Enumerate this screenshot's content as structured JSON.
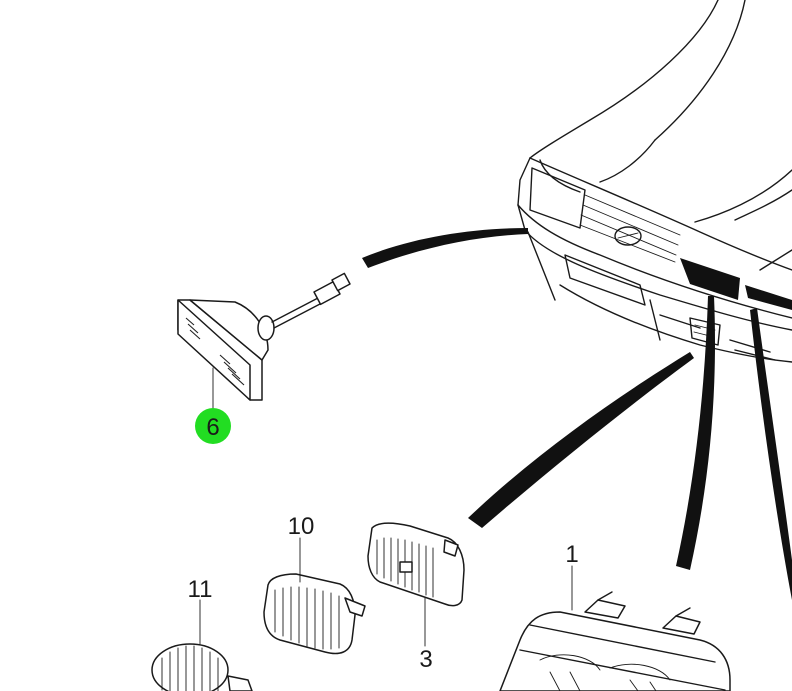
{
  "diagram": {
    "highlight_color": "#22dd22",
    "callouts": [
      {
        "id": "6",
        "label": "6",
        "highlighted": true
      },
      {
        "id": "10",
        "label": "10",
        "highlighted": false
      },
      {
        "id": "11",
        "label": "11",
        "highlighted": false
      },
      {
        "id": "3",
        "label": "3",
        "highlighted": false
      },
      {
        "id": "1",
        "label": "1",
        "highlighted": false
      }
    ]
  }
}
